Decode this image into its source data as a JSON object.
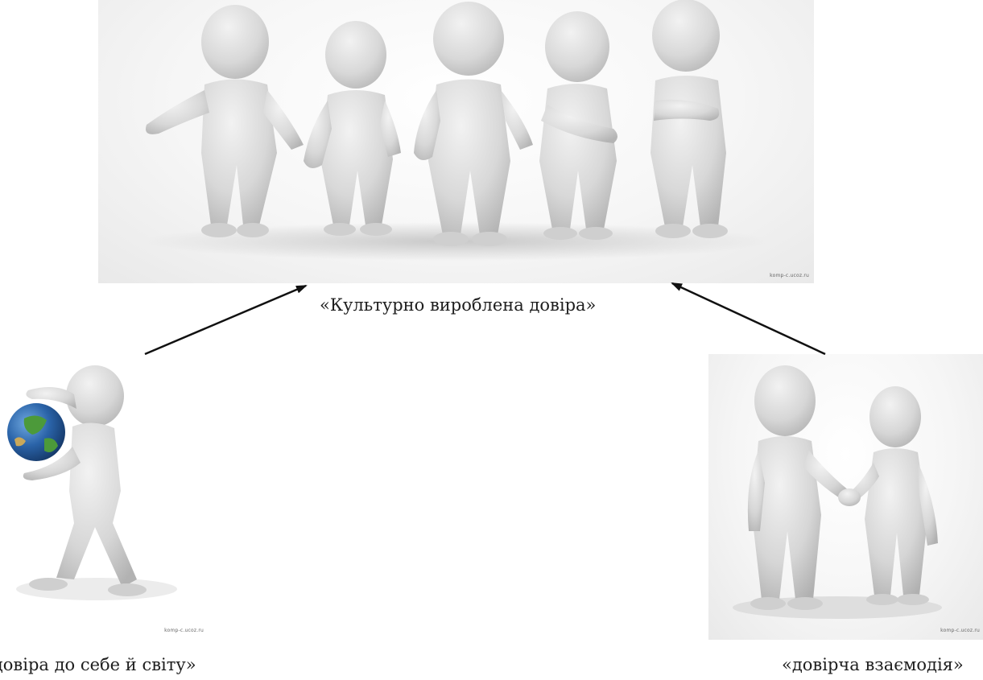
{
  "captions": {
    "top": "«Культурно вироблена довіра»",
    "left": "«довіра до себе й світу»",
    "right": "«довірча взаємодія»"
  },
  "watermarks": {
    "top": "komp-c.ucoz.ru",
    "left": "komp-c.ucoz.ru",
    "right": "komp-c.ucoz.ru"
  },
  "icons": {
    "top_image": "group-of-five-figures",
    "left_image": "figure-holding-globe",
    "right_image": "handshake-figures",
    "arrow_head": "arrow-icon"
  },
  "colors": {
    "figure": "#d9d9d9",
    "figure_shade": "#bdbdbd",
    "arrow": "#111111",
    "globe_ocean": "#2a63a8",
    "globe_land": "#4c9a3a"
  }
}
